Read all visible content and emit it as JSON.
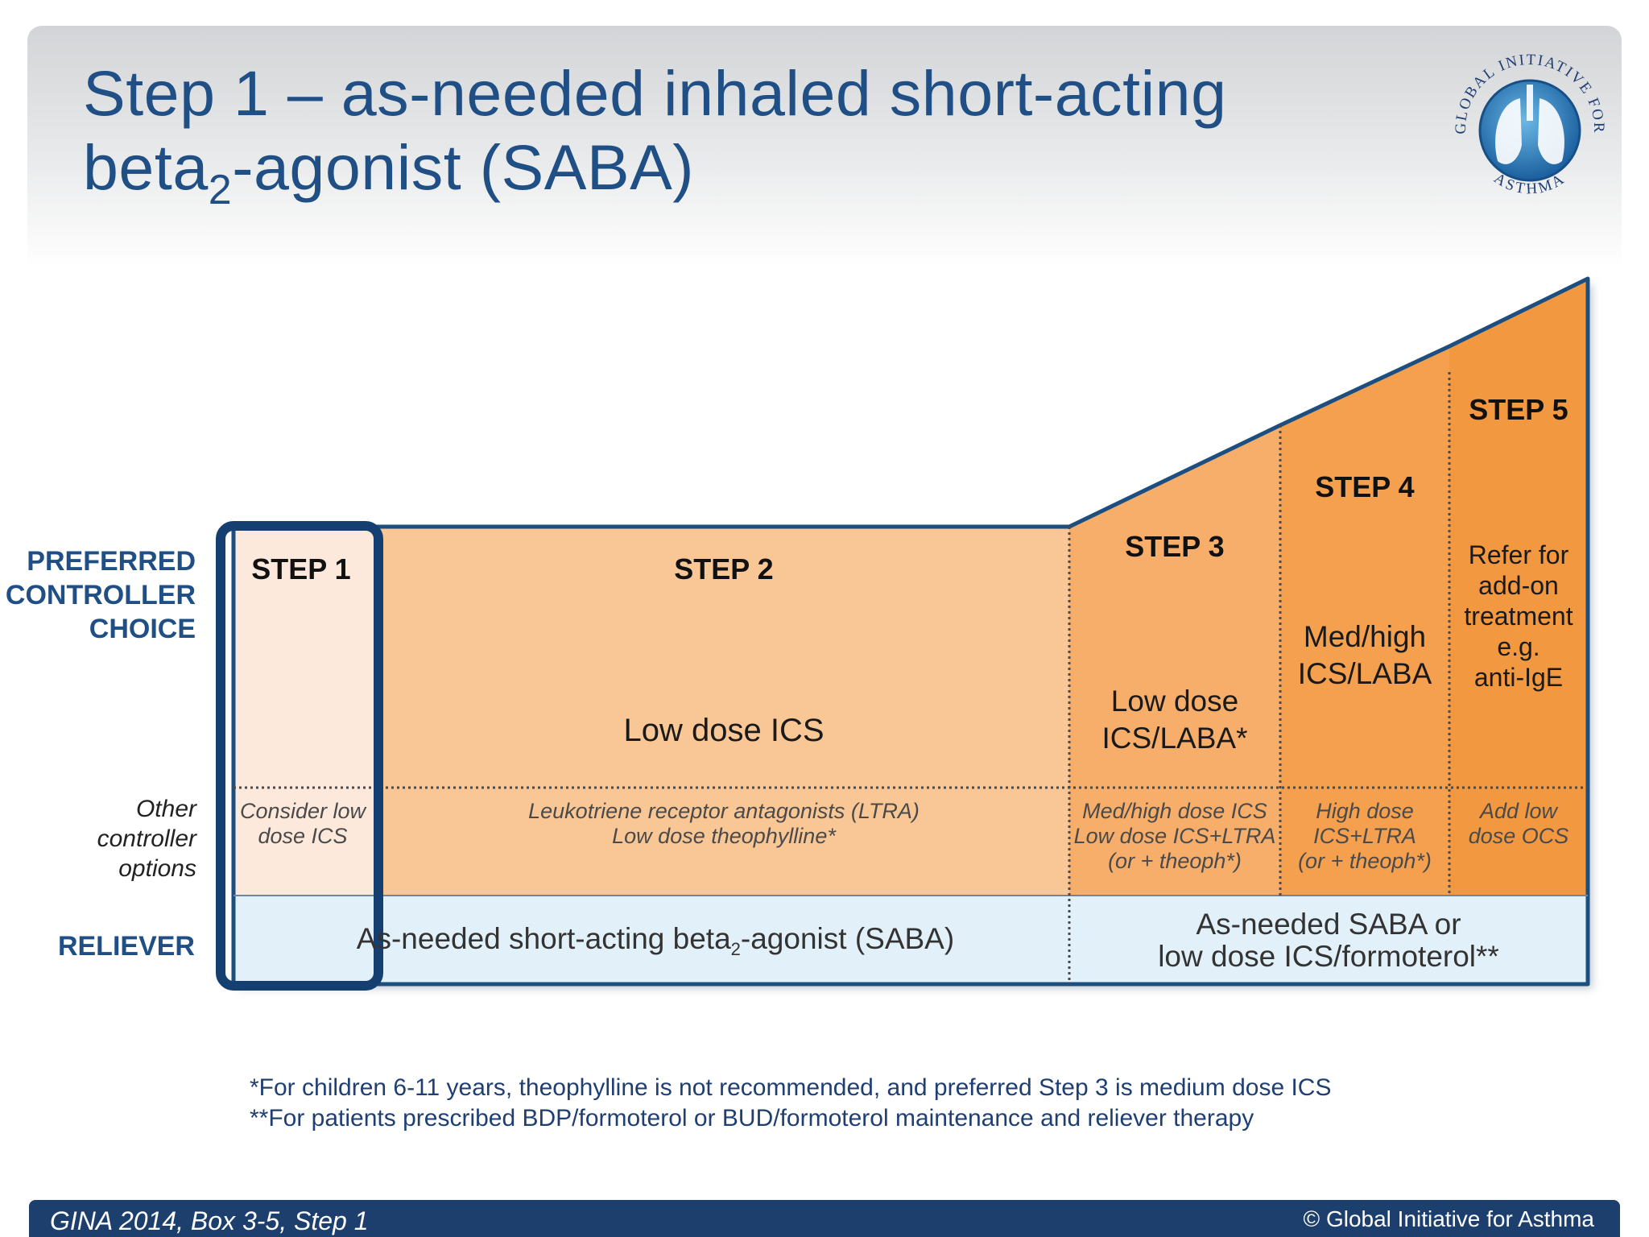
{
  "title": {
    "line1": "Step 1 – as-needed inhaled short-acting",
    "line2_pre": "beta",
    "line2_sub": "2",
    "line2_post": "-agonist (SABA)"
  },
  "logo": {
    "text_top": "GLOBAL INITIATIVE FOR",
    "text_bottom": "ASTHMA",
    "icon": "lungs-globe-icon"
  },
  "row_labels": {
    "preferred": [
      "PREFERRED",
      "CONTROLLER",
      "CHOICE"
    ],
    "other": [
      "Other",
      "controller",
      "options"
    ],
    "reliever": "RELIEVER"
  },
  "steps": [
    {
      "heading": "STEP 1",
      "preferred": [],
      "other": [
        "Consider low",
        "dose ICS"
      ],
      "highlighted": true
    },
    {
      "heading": "STEP 2",
      "preferred": [
        "Low dose ICS"
      ],
      "other": [
        "Leukotriene receptor antagonists (LTRA)",
        "Low dose theophylline*"
      ]
    },
    {
      "heading": "STEP 3",
      "preferred": [
        "Low dose",
        "ICS/LABA*"
      ],
      "other": [
        "Med/high dose ICS",
        "Low dose ICS+LTRA",
        "(or + theoph*)"
      ]
    },
    {
      "heading": "STEP 4",
      "preferred": [
        "Med/high",
        "ICS/LABA"
      ],
      "other": [
        "High dose",
        "ICS+LTRA",
        "(or + theoph*)"
      ]
    },
    {
      "heading": "STEP 5",
      "preferred": [
        "Refer for",
        "add-on",
        "treatment",
        "e.g.",
        "anti-IgE"
      ],
      "other": [
        "Add low",
        "dose OCS"
      ]
    }
  ],
  "reliever": {
    "steps_1_2_pre": "As-needed short-acting beta",
    "steps_1_2_sub": "2",
    "steps_1_2_post": "-agonist (SABA)",
    "steps_3_5": [
      "As-needed SABA or",
      "low dose ICS/formoterol**"
    ]
  },
  "footnotes": [
    "*For children 6-11 years, theophylline  is not recommended, and preferred Step 3 is medium dose ICS",
    "**For patients prescribed BDP/formoterol or BUD/formoterol maintenance and reliever therapy"
  ],
  "footer": {
    "source": "GINA 2014, Box 3-5, Step 1",
    "copyright": "© Global Initiative for Asthma"
  },
  "colors": {
    "title_blue": "#1f4f84",
    "step1_fill": "#fde9dc",
    "step2_fill": "#f9c695",
    "step3_fill": "#f6ae6a",
    "step4_fill": "#f4a04f",
    "step5_fill": "#f29840",
    "reliever_fill": "#e2f1f9",
    "frame_blue": "#1d4e80",
    "highlight_blue": "#153f70"
  }
}
